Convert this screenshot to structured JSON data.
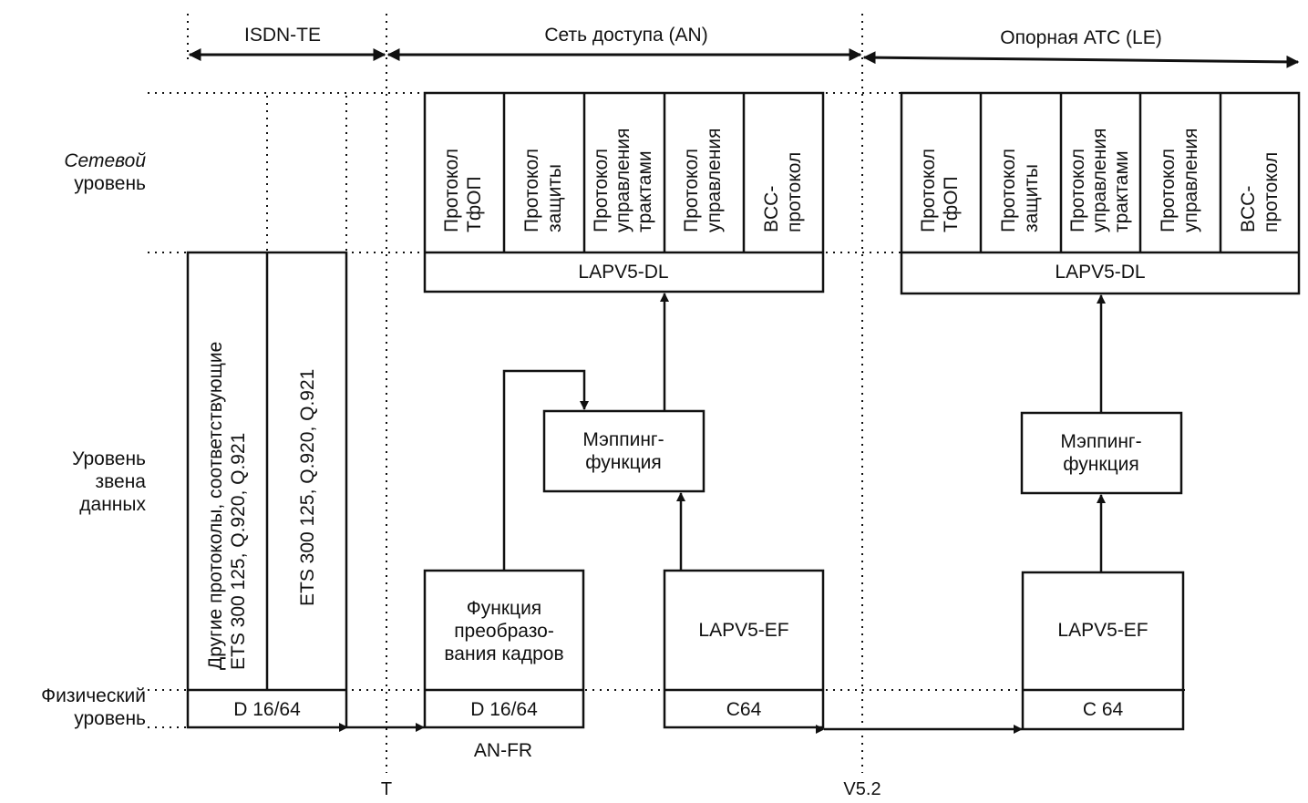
{
  "sections": {
    "isdn_te": "ISDN-TE",
    "access_network": "Сеть доступа (AN)",
    "local_exchange": "Опорная АТС (LE)"
  },
  "levels": {
    "network": [
      "Сетевой",
      "уровень"
    ],
    "data_link": [
      "Уровень",
      "звена",
      "данных"
    ],
    "physical": [
      "Физический",
      "уровень"
    ]
  },
  "isdn_te_blocks": {
    "other_protocols": [
      "Другие протоколы, соответствующие",
      "ETS 300 125, Q.920, Q.921"
    ],
    "ets": "ETS 300 125, Q.920, Q.921",
    "phys": "D 16/64"
  },
  "an": {
    "protocols": [
      [
        "Протокол",
        "ТфОП"
      ],
      [
        "Протокол",
        "защиты"
      ],
      [
        "Протокол",
        "управления",
        "трактами"
      ],
      [
        "Протокол",
        "управления"
      ],
      [
        "BCC-",
        "протокол"
      ]
    ],
    "lapv5_dl": "LAPV5-DL",
    "mapping": [
      "Мэппинг-",
      "функция"
    ],
    "frame_conversion": [
      "Функция",
      "преобразо-",
      "вания кадров"
    ],
    "frame_conversion_phys": "D 16/64",
    "lapv5_ef": "LAPV5-EF",
    "lapv5_ef_phys": "C64"
  },
  "le": {
    "protocols": [
      [
        "Протокол",
        "ТфОП"
      ],
      [
        "Протокол",
        "защиты"
      ],
      [
        "Протокол",
        "управления",
        "трактами"
      ],
      [
        "Протокол",
        "управления"
      ],
      [
        "BCC-",
        "протокол"
      ]
    ],
    "lapv5_dl": "LAPV5-DL",
    "mapping": [
      "Мэппинг-",
      "функция"
    ],
    "lapv5_ef": "LAPV5-EF",
    "lapv5_ef_phys": "C 64"
  },
  "interfaces": {
    "an_fr": "AN-FR",
    "t": "T",
    "v52": "V5.2"
  }
}
